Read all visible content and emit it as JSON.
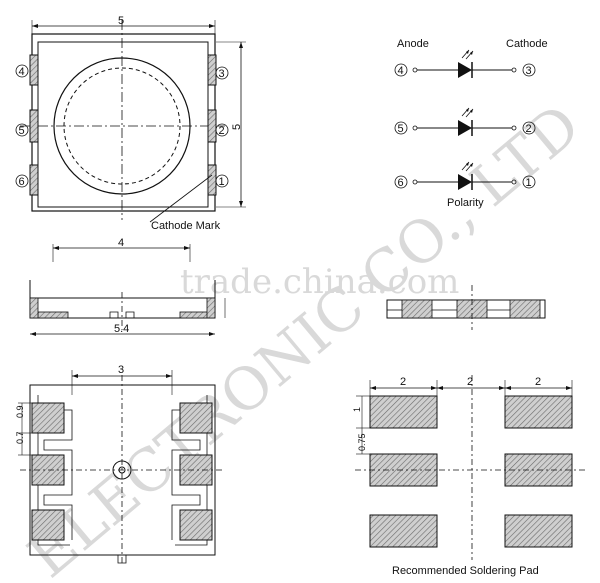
{
  "watermark": {
    "site": "trade.china.com",
    "company": "ELECTRONIC CO., LTD"
  },
  "top_view": {
    "width_dim": "5",
    "height_dim": "5",
    "pins_left": [
      "4",
      "5",
      "6"
    ],
    "pins_right": [
      "3",
      "2",
      "1"
    ],
    "cathode_mark_label": "Cathode Mark"
  },
  "polarity": {
    "anode_label": "Anode",
    "cathode_label": "Cathode",
    "rows": [
      {
        "left_pin": "4",
        "right_pin": "3"
      },
      {
        "left_pin": "5",
        "right_pin": "2"
      },
      {
        "left_pin": "6",
        "right_pin": "1"
      }
    ],
    "title": "Polarity"
  },
  "side_view": {
    "top_dim": "4",
    "bottom_dim": "5.4"
  },
  "bottom_view": {
    "top_dim": "3",
    "pad_height_dim": "0.9",
    "gap_dim": "0.7"
  },
  "soldering_pad": {
    "dims_top": [
      "2",
      "2",
      "2"
    ],
    "pad_height_dim": "1",
    "gap_dim": "0.75",
    "title": "Recommended Soldering Pad"
  }
}
